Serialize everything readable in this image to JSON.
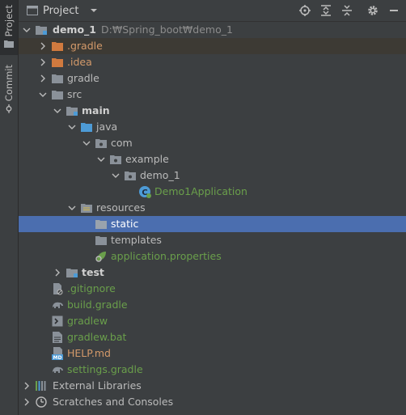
{
  "sidebar": {
    "project_label": "Project",
    "commit_label": "Commit"
  },
  "header": {
    "title": "Project",
    "buttons": [
      "locate-icon",
      "expand-all-icon",
      "collapse-all-icon",
      "gear-icon",
      "hide-icon"
    ]
  },
  "colors": {
    "selection": "#4b6eaf",
    "folder": "#8a9199",
    "source_folder": "#4d9bd6",
    "excluded_folder": "#d07a3f",
    "vcs_new": "#6a9f4b",
    "ignored": "#d49a6a"
  },
  "tree": {
    "root": {
      "name": "demo_1",
      "path": "D:₩Spring_boot₩demo_1"
    },
    "gradle_dir": ".gradle",
    "idea_dir": ".idea",
    "gradle_folder": "gradle",
    "src": "src",
    "main": "main",
    "java": "java",
    "com": "com",
    "example": "example",
    "demo_pkg": "demo_1",
    "app_class": "Demo1Application",
    "resources": "resources",
    "static": "static",
    "templates": "templates",
    "app_props": "application.properties",
    "test": "test",
    "gitignore": ".gitignore",
    "build_gradle": "build.gradle",
    "gradlew": "gradlew",
    "gradlew_bat": "gradlew.bat",
    "help_md": "HELP.md",
    "settings_gradle": "settings.gradle",
    "external_libs": "External Libraries",
    "scratches": "Scratches and Consoles"
  }
}
